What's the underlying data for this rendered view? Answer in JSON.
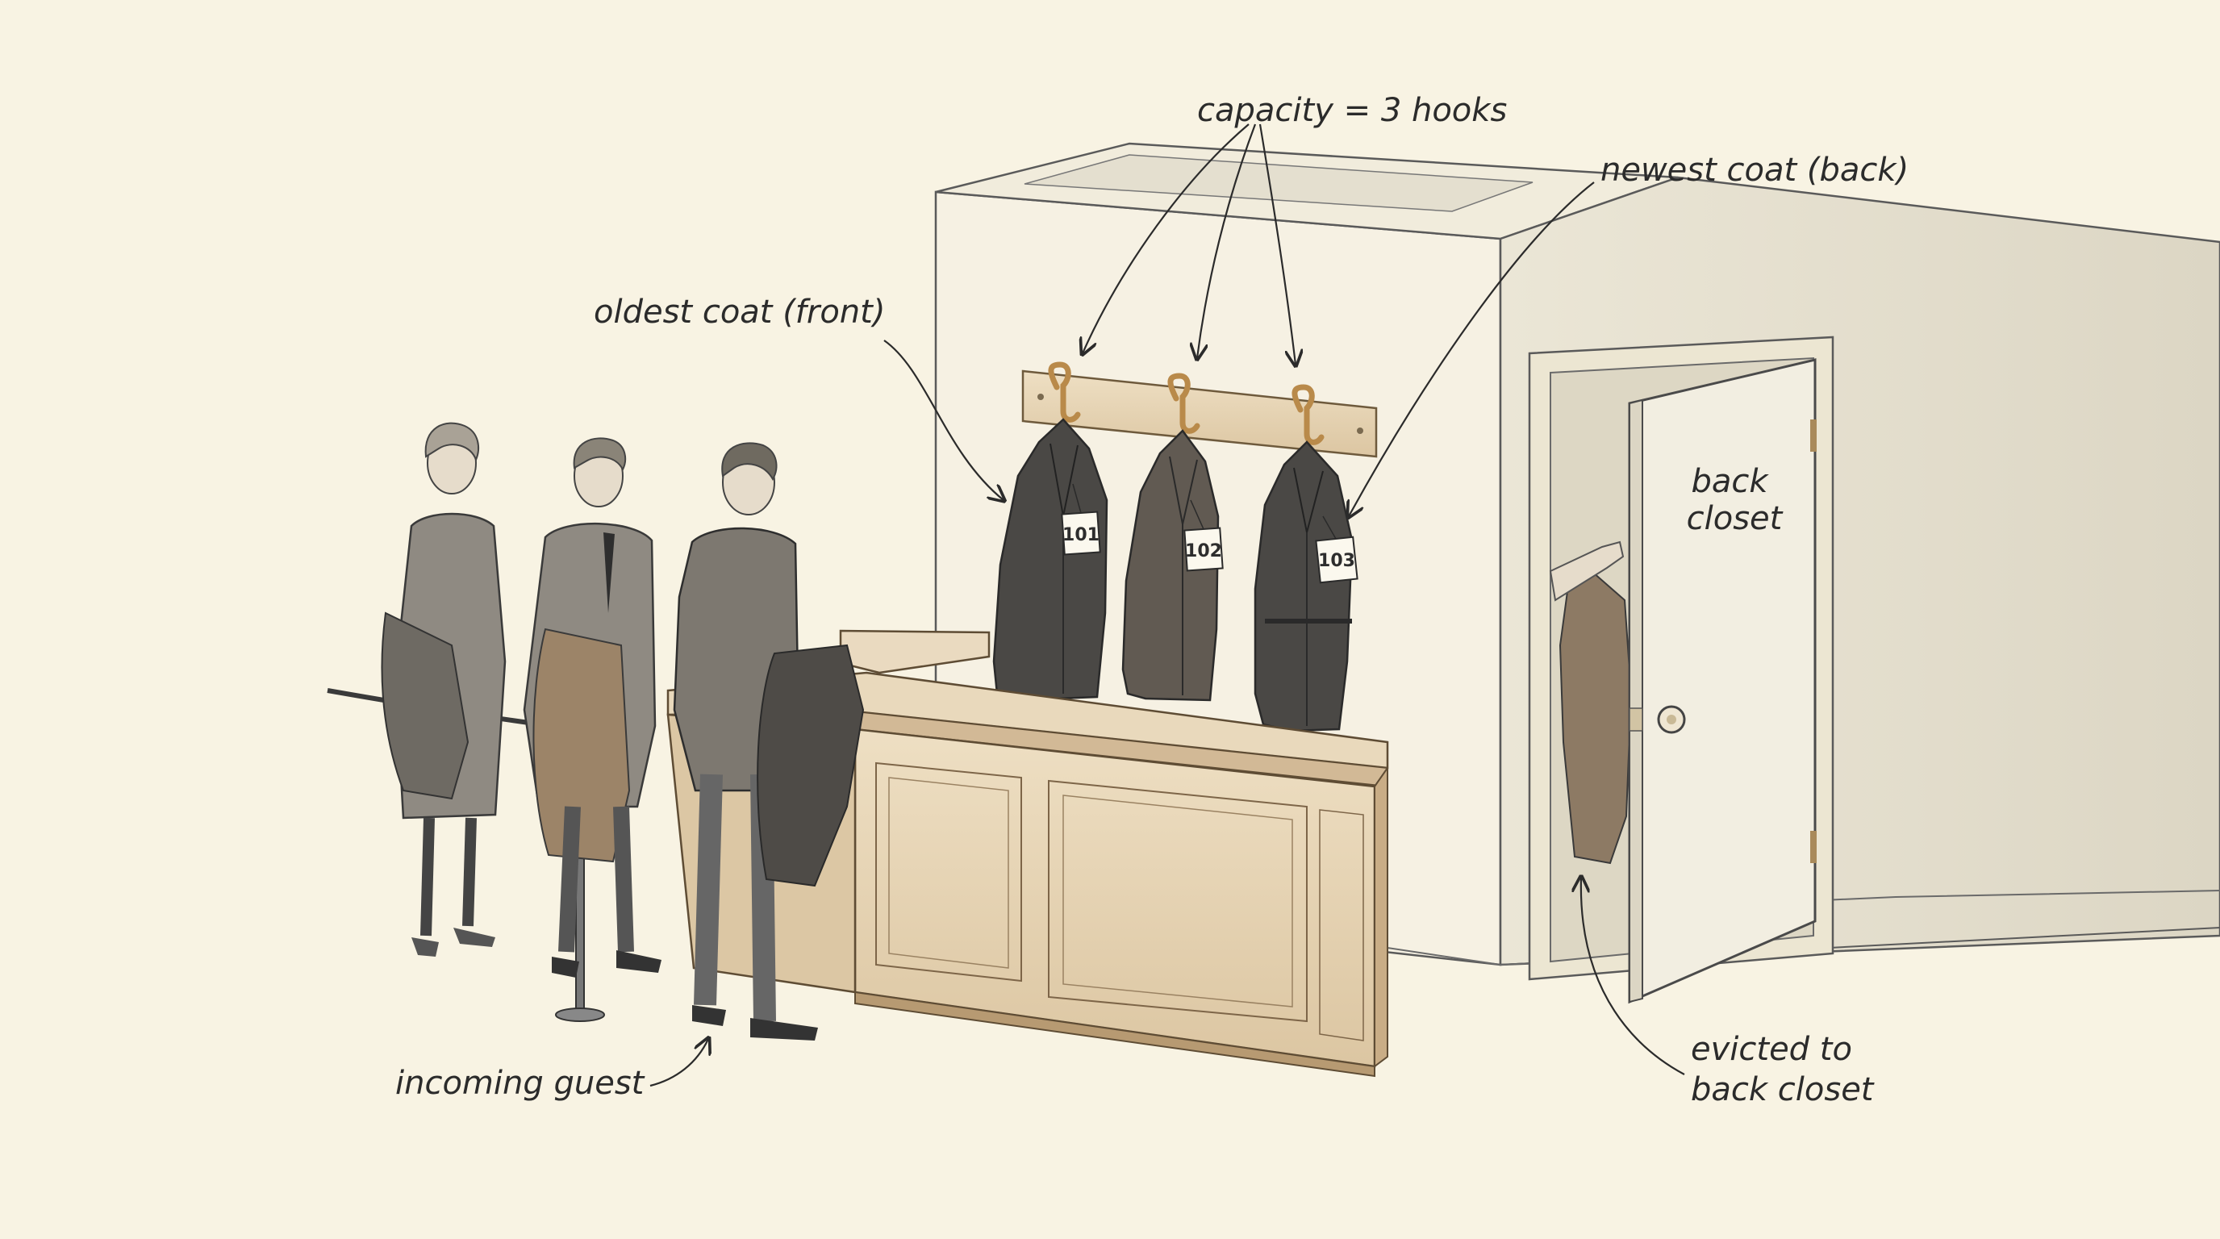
{
  "annotations": {
    "capacity": "capacity = 3 hooks",
    "newest": "newest coat (back)",
    "oldest": "oldest coat (front)",
    "incoming": "incoming guest",
    "evicted_line1": "evicted to",
    "evicted_line2": "back closet"
  },
  "door_sign": {
    "line1": "back",
    "line2": "closet"
  },
  "coat_tags": [
    "101",
    "102",
    "103"
  ],
  "queue": {
    "guests": 3
  },
  "colors": {
    "paper": "#f8f3e3",
    "ink": "#2b2b2b",
    "wood": "#e6d3b3",
    "wood_dark": "#c9ad86",
    "coat_dark": "#4a4845",
    "coat_mid": "#615a52",
    "brass": "#b98a4a"
  }
}
